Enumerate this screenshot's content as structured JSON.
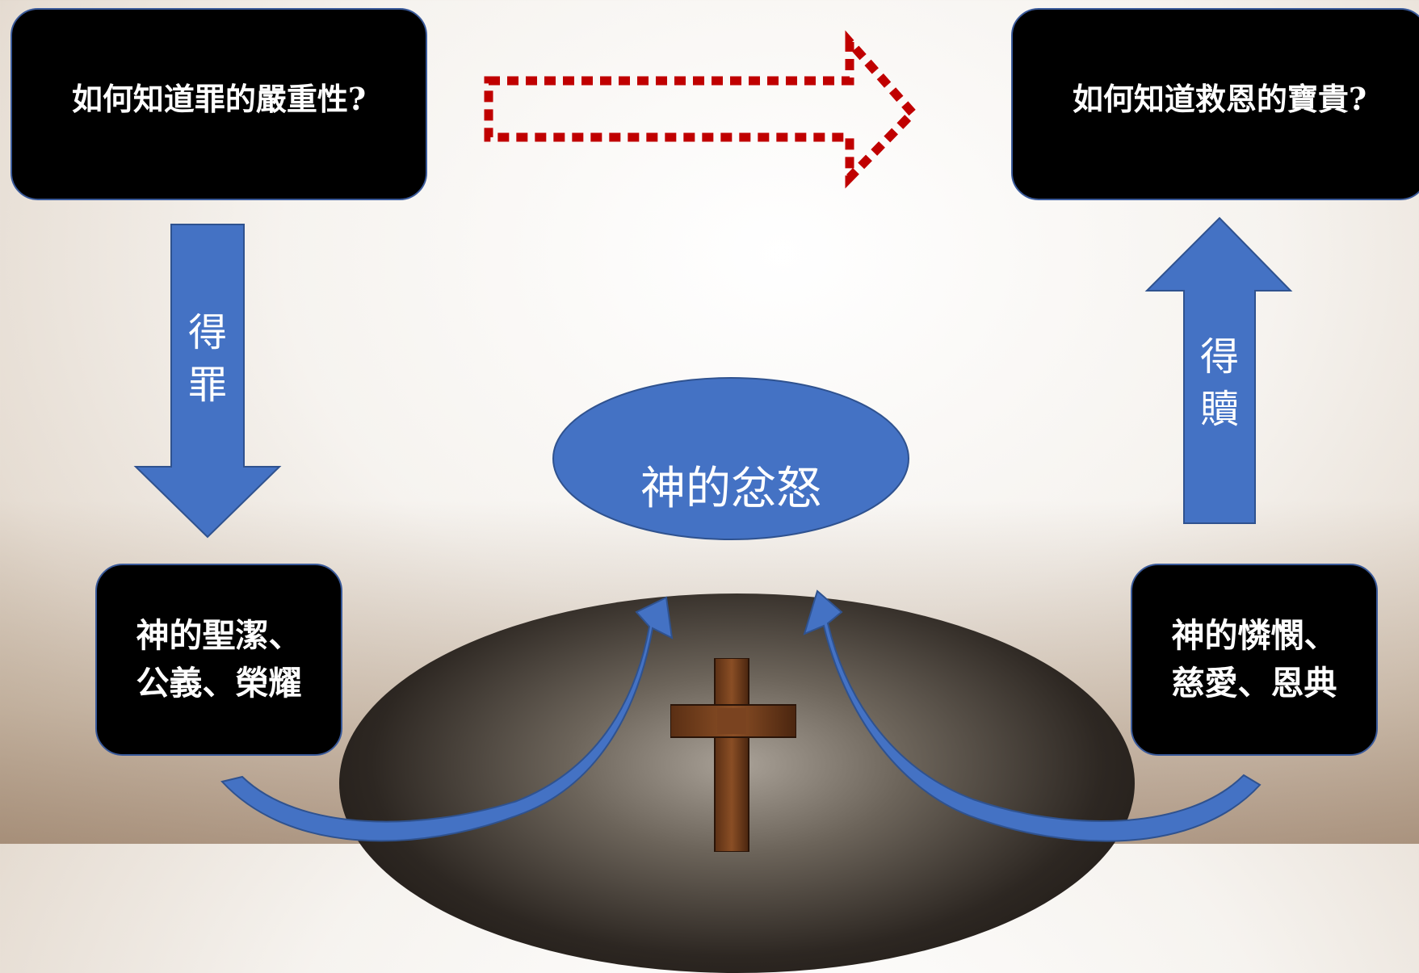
{
  "boxes": {
    "top_left": "如何知道罪的嚴重性?",
    "top_right": "如何知道救恩的寶貴?",
    "bottom_left": "神的聖潔、\n公義、榮耀",
    "bottom_right": "神的憐憫、\n慈愛、恩典"
  },
  "arrows": {
    "left_label": "得罪",
    "right_label": "得贖"
  },
  "center": {
    "label": "神的忿怒"
  },
  "colors": {
    "box_fill": "#000000",
    "arrow_fill": "#4472c4",
    "dotted_arrow": "#c00000"
  }
}
